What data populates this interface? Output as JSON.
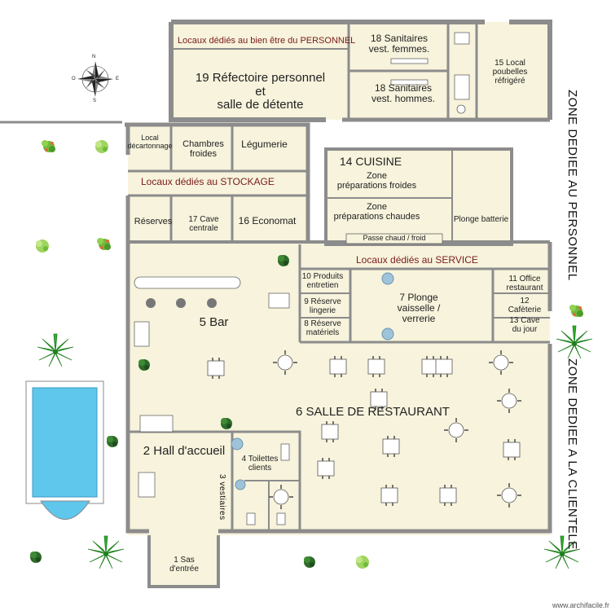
{
  "rooms": {
    "refectoire": "19 Réfectoire personnel\net\nsalle de détente",
    "san_femmes": "18 Sanitaires\nvest. femmes.",
    "san_hommes": "18 Sanitaires\nvest. hommes.",
    "poubelles": "15 Local\npoubelles\nréfrigéré",
    "decartonnage": "Local\ndécartonnage",
    "chambres_froides": "Chambres\nfroides",
    "legumerie": "Légumerie",
    "reserves": "Réserves",
    "cave_centrale": "17 Cave\ncentrale",
    "economat": "16 Economat",
    "cuisine": "14 CUISINE",
    "prep_froides": "Zone\npréparations froides",
    "prep_chaudes": "Zone\npréparations chaudes",
    "plonge_batterie": "Plonge batterie",
    "passe": "Passe chaud / froid",
    "produits_entretien": "10 Produits\nentretien",
    "reserve_lingerie": "9 Réserve\nlingerie",
    "reserve_materiels": "8 Réserve\nmatériels",
    "plonge_vaisselle": "7 Plonge\nvaisselle /\nverrerie",
    "office_restaurant": "11 Office\nrestaurant",
    "cafeterie": "12\nCafèterie",
    "cave_jour": "13 Cave\ndu jour",
    "bar": "5 Bar",
    "salle_restaurant": "6 SALLE DE RESTAURANT",
    "hall": "2 Hall d'accueil",
    "toilettes": "4 Toilettes\nclients",
    "vestiaires": "3 vestiaires",
    "sas": "1 Sas\nd'entrée"
  },
  "banners": {
    "personnel": "Locaux dédiés au bien être du PERSONNEL",
    "stockage": "Locaux dédiés au STOCKAGE",
    "service": "Locaux dédiés au SERVICE"
  },
  "zones": {
    "personnel": "ZONE DEDIEE AU PERSONNEL",
    "clientele": "ZONE DEDIEE A LA CLIENTELE"
  },
  "compass": {
    "n": "N",
    "s": "S",
    "e": "E",
    "o": "O"
  },
  "watermark": "www.archifacile.fr",
  "colors": {
    "wall": "#8c8c8c",
    "floor": "#f7f3dc",
    "pool": "#5fc6ec",
    "banner_text": "#7a1a1a",
    "plant": "#4c9a2a"
  }
}
